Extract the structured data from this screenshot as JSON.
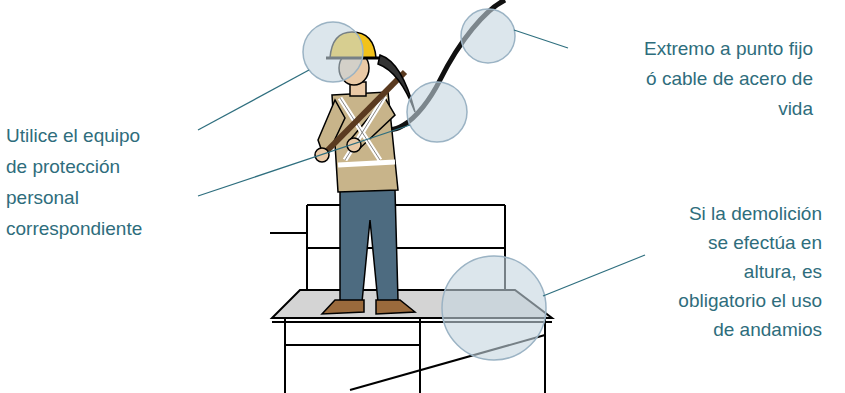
{
  "diagram": {
    "labels": [
      "Utilice el equipo de protección personal correspondiente",
      "Extremo a punto fijo ó cable de acero de vida",
      "Si la demolición se efectúa en altura, es obligatorio el uso de andamios"
    ]
  }
}
